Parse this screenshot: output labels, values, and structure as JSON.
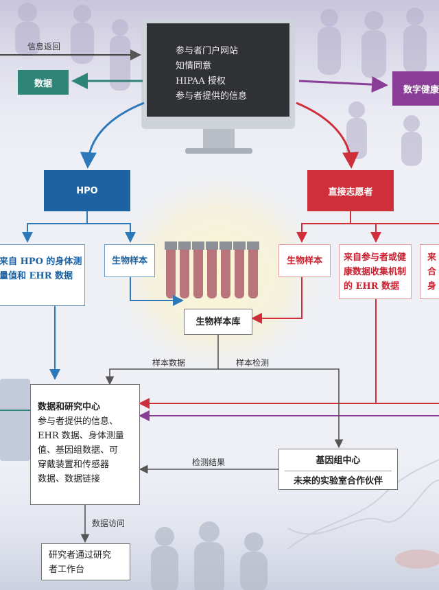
{
  "portal": {
    "lines": [
      "参与者门户网站",
      "知情同意",
      "HIPAA 授权",
      "参与者提供的信息"
    ]
  },
  "labels": {
    "info_return": "信息返回",
    "data": "数据",
    "digital_health": "数字健康",
    "hpo": "HPO",
    "direct_volunteer": "直接志愿者",
    "hpo_measure": [
      "来自 HPO 的身体测",
      "量值和 EHR 数据"
    ],
    "bio_sample_left": "生物样本",
    "bio_sample_right": "生物样本",
    "participant_ehr": [
      "来自参与者或健",
      "康数据收集机制",
      "的 EHR 数据"
    ],
    "right_partial": [
      "来",
      "合",
      "身"
    ],
    "biobank": "生物样本库",
    "sample_data": "样本数据",
    "sample_test": "样本检测",
    "drc_title": "数据和研究中心",
    "drc_body": [
      "参与者提供的信息、",
      "EHR 数据、身体测量",
      "值、基因组数据、可",
      "穿戴装置和传感器",
      "数据、数据链接"
    ],
    "test_results": "检测结果",
    "genome_title": "基因组中心",
    "genome_partner": "未来的实验室合作伙伴",
    "data_access": "数据访问",
    "researcher": [
      "研究者通过研究",
      "者工作台"
    ]
  },
  "colors": {
    "blue": "#1d63a3",
    "red": "#cf2e3b",
    "teal": "#2f8478",
    "purple": "#8a3d96"
  }
}
